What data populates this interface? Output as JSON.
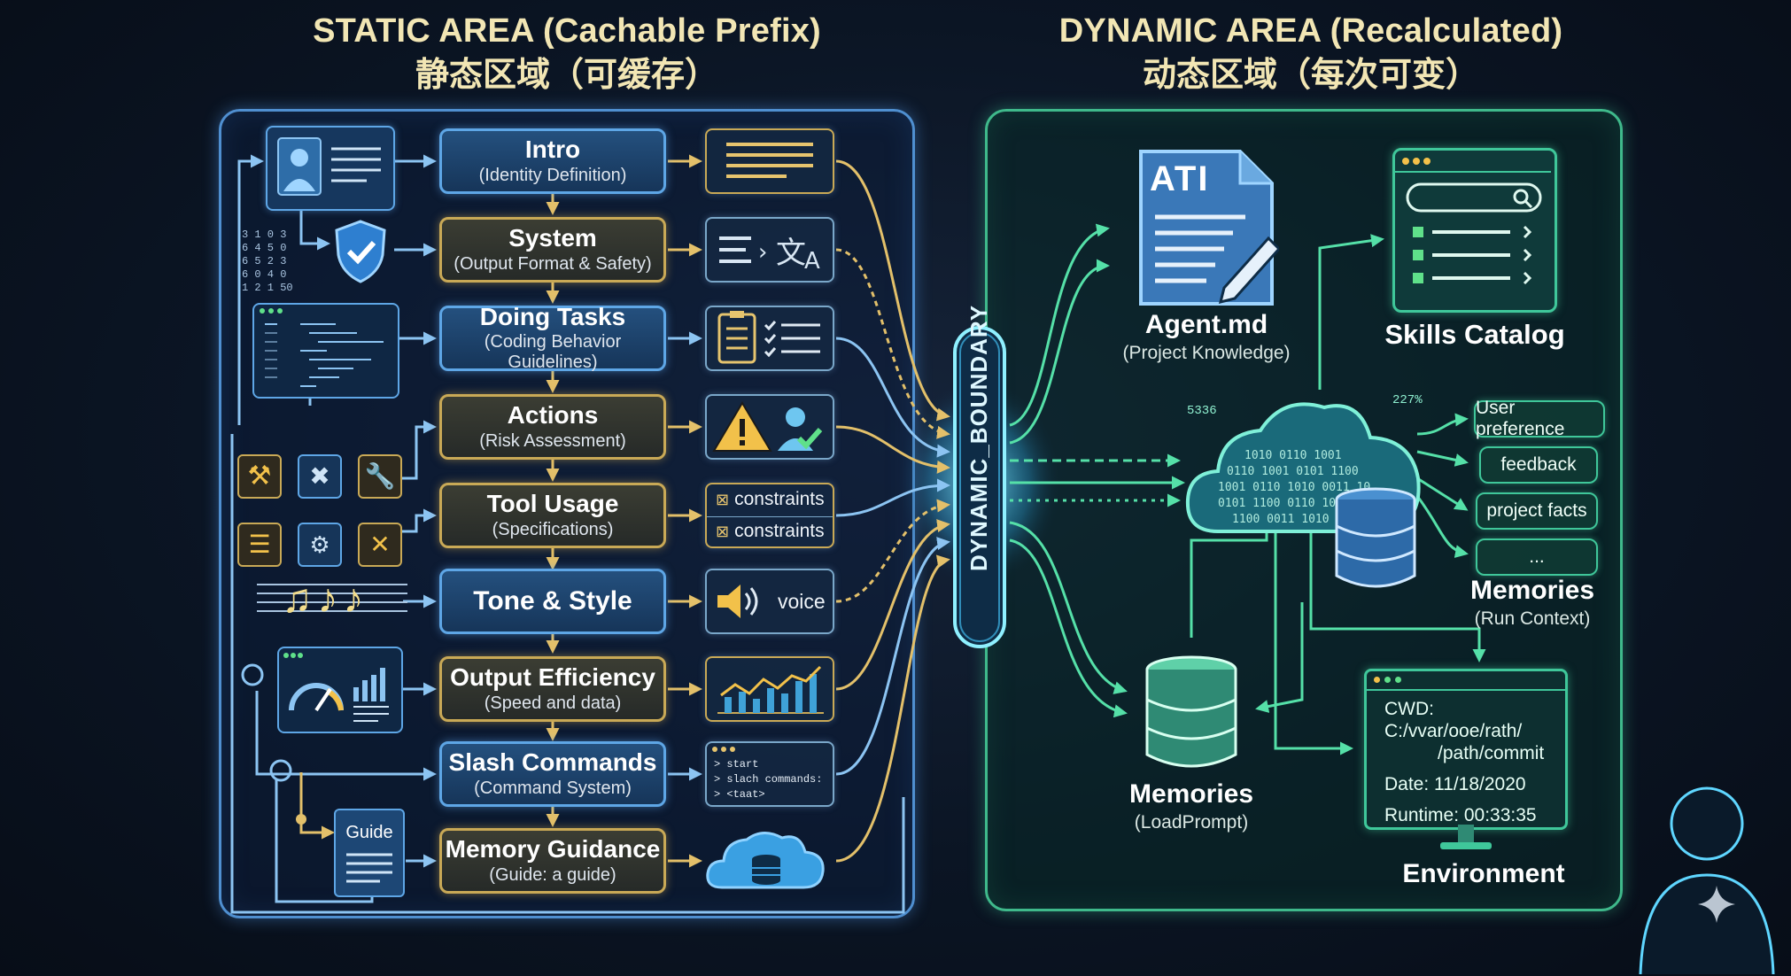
{
  "static_area": {
    "title_en": "STATIC AREA (Cachable Prefix)",
    "title_zh": "静态区域（可缓存）",
    "sections": [
      {
        "title": "Intro",
        "subtitle": "(Identity Definition)"
      },
      {
        "title": "System",
        "subtitle": "(Output Format & Safety)"
      },
      {
        "title": "Doing Tasks",
        "subtitle": "(Coding Behavior Guidelines)"
      },
      {
        "title": "Actions",
        "subtitle": "(Risk Assessment)"
      },
      {
        "title": "Tool Usage",
        "subtitle": "(Specifications)"
      },
      {
        "title": "Tone & Style",
        "subtitle": ""
      },
      {
        "title": "Output Efficiency",
        "subtitle": "(Speed and data)"
      },
      {
        "title": "Slash Commands",
        "subtitle": "(Command System)"
      },
      {
        "title": "Memory Guidance",
        "subtitle": "(Guide: a guide)"
      }
    ],
    "constraint_label_1": "constraints",
    "constraint_label_2": "constraints",
    "voice_label": "voice",
    "terminal_lines": [
      "> start",
      "> slach commands:",
      "> <taat>"
    ],
    "guide_label": "Guide",
    "doc_badge_numbers": "3 1 0 3\n6 4 5 0\n6 5 2 3\n6 0 4 0\n1 2 1 50"
  },
  "boundary": {
    "label": "DYNAMIC_BOUNDARY"
  },
  "dynamic_area": {
    "title_en": "DYNAMIC AREA (Recalculated)",
    "title_zh": "动态区域（每次可变）",
    "agent_doc_badge": "ATI",
    "agent": {
      "title": "Agent.md",
      "subtitle": "(Project Knowledge)"
    },
    "skills": {
      "title": "Skills Catalog"
    },
    "memory_pills": [
      "User preference",
      "feedback",
      "project facts",
      "..."
    ],
    "memories_run": {
      "title": "Memories",
      "subtitle": "(Run Context)"
    },
    "memories_load": {
      "title": "Memories",
      "subtitle": "(LoadPrompt)"
    },
    "environment": {
      "title": "Environment",
      "cwd_label": "CWD:",
      "cwd_value_1": "C:/vvar/ooe/rath/",
      "cwd_value_2": "/path/commit",
      "date": "Date: 11/18/2020",
      "runtime": "Runtime: 00:33:35"
    },
    "stream_numbers": [
      "5336",
      "227%"
    ]
  },
  "colors": {
    "static_border": "#4f8fd0",
    "dynamic_border": "#3fb98b",
    "gold": "#c9a956",
    "blue_box": "#5ea6e6",
    "boundary_glow": "#6fe0ff"
  }
}
